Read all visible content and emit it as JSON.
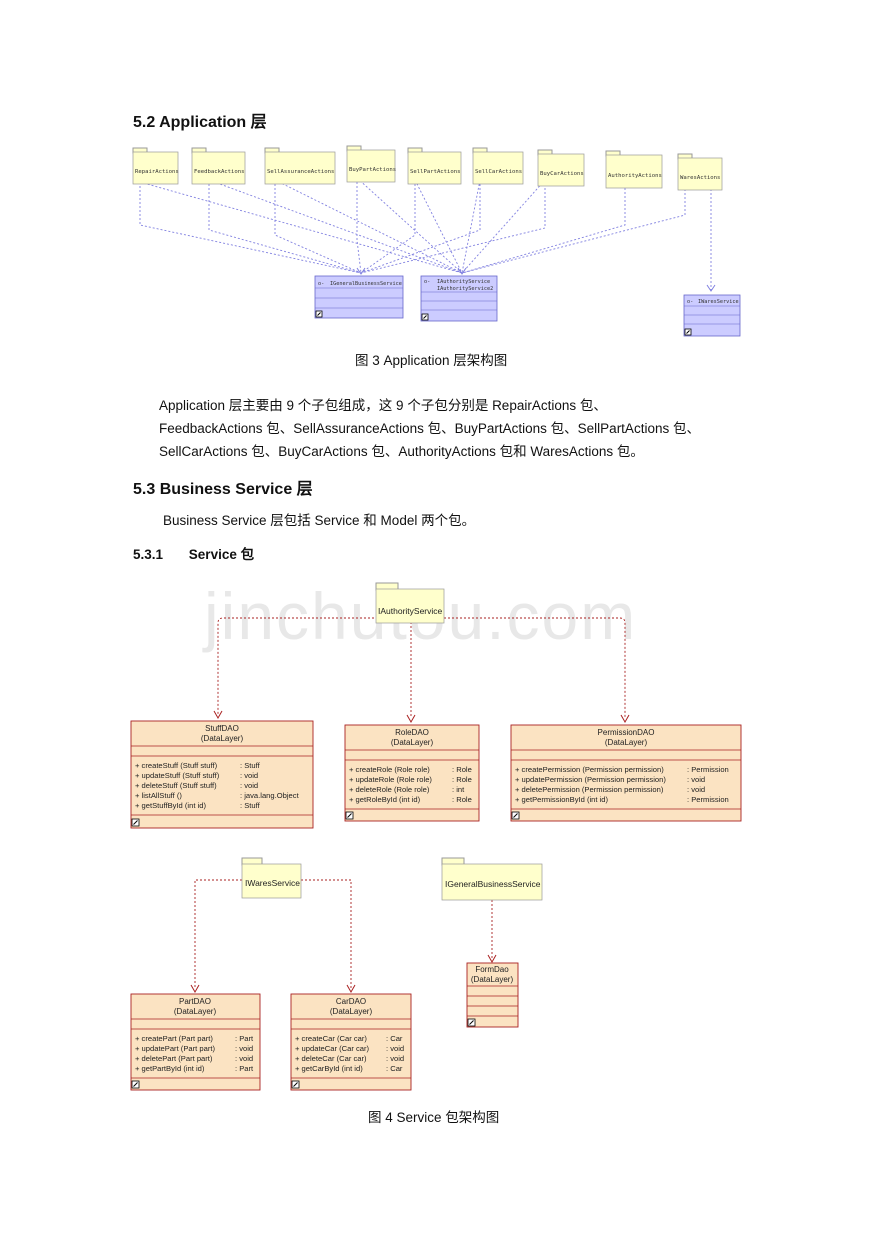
{
  "watermark": "jinchutou.com",
  "section_5_2": {
    "heading": "5.2  Application 层",
    "figure": {
      "packages": [
        "RepairActions",
        "FeedbackActions",
        "SellAssuranceActions",
        "BuyPartActions",
        "SellPartActions",
        "SellCarActions",
        "BuyCarActions",
        "AuthorityActions",
        "WaresActions"
      ],
      "interfaces": [
        "IGeneralBusinessService",
        "IAuthorityService",
        "IAuthorityService2",
        "IWaresService"
      ],
      "interface_names": {
        "general": "IGeneralBusinessService",
        "authority_1": "IAuthorityService",
        "authority_2": "IAuthorityService2",
        "wares": "IWaresService"
      },
      "stereo": "o-"
    },
    "caption": "图 3 Application 层架构图",
    "paragraph_lines": [
      "Application 层主要由 9 个子包组成，这 9 个子包分别是 RepairActions 包、",
      "FeedbackActions 包、SellAssuranceActions 包、BuyPartActions 包、SellPartActions 包、",
      "SellCarActions 包、BuyCarActions 包、AuthorityActions 包和 WaresActions 包。"
    ]
  },
  "section_5_3": {
    "heading": "5.3  Business Service 层",
    "paragraph": "Business Service 层包括 Service 和 Model 两个包。",
    "sub_heading_num": "5.3.1",
    "sub_heading_text": "Service 包",
    "figure": {
      "iauthority": "IAuthorityService",
      "iwares": "IWaresService",
      "igeneral": "IGeneralBusinessService",
      "layer": "(DataLayer)",
      "stuff": {
        "name": "StuffDAO",
        "ops": [
          {
            "sig": "+  createStuff (Stuff stuff)",
            "ret": ": Stuff"
          },
          {
            "sig": "+  updateStuff (Stuff stuff)",
            "ret": ": void"
          },
          {
            "sig": "+  deleteStuff (Stuff stuff)",
            "ret": ": void"
          },
          {
            "sig": "+  listAllStuff ()",
            "ret": ": java.lang.Object"
          },
          {
            "sig": "+  getStuffById (int id)",
            "ret": ": Stuff"
          }
        ]
      },
      "role": {
        "name": "RoleDAO",
        "ops": [
          {
            "sig": "+  createRole (Role role)",
            "ret": ": Role"
          },
          {
            "sig": "+  updateRole (Role role)",
            "ret": ": Role"
          },
          {
            "sig": "+  deleteRole (Role role)",
            "ret": ": int"
          },
          {
            "sig": "+  getRoleById (int id)",
            "ret": ": Role"
          }
        ]
      },
      "permission": {
        "name": "PermissionDAO",
        "ops": [
          {
            "sig": "+  createPermission (Permission permission)",
            "ret": ": Permission"
          },
          {
            "sig": "+  updatePermission (Permission permission)",
            "ret": ": void"
          },
          {
            "sig": "+  deletePermission (Permission permission)",
            "ret": ": void"
          },
          {
            "sig": "+  getPermissionById (int id)",
            "ret": ": Permission"
          }
        ]
      },
      "part": {
        "name": "PartDAO",
        "ops": [
          {
            "sig": "+  createPart (Part part)",
            "ret": ": Part"
          },
          {
            "sig": "+  updatePart (Part part)",
            "ret": ": void"
          },
          {
            "sig": "+  deletePart (Part part)",
            "ret": ": void"
          },
          {
            "sig": "+  getPartById (int id)",
            "ret": ": Part"
          }
        ]
      },
      "car": {
        "name": "CarDAO",
        "ops": [
          {
            "sig": "+  createCar (Car car)",
            "ret": ": Car"
          },
          {
            "sig": "+  updateCar (Car car)",
            "ret": ": void"
          },
          {
            "sig": "+  deleteCar (Car car)",
            "ret": ": void"
          },
          {
            "sig": "+  getCarById (int id)",
            "ret": ": Car"
          }
        ]
      },
      "form": {
        "name": "FormDao"
      }
    },
    "caption": "图 4 Service 包架构图"
  },
  "colors": {
    "package_fill": "#ffffcc",
    "interface_fill": "#ccccff",
    "interface_stroke": "#6666cc",
    "dep_line": "#8080e0",
    "dao_fill": "#fbe3c2",
    "dao_stroke": "#aa2222",
    "dep_line_red": "#aa2222"
  }
}
